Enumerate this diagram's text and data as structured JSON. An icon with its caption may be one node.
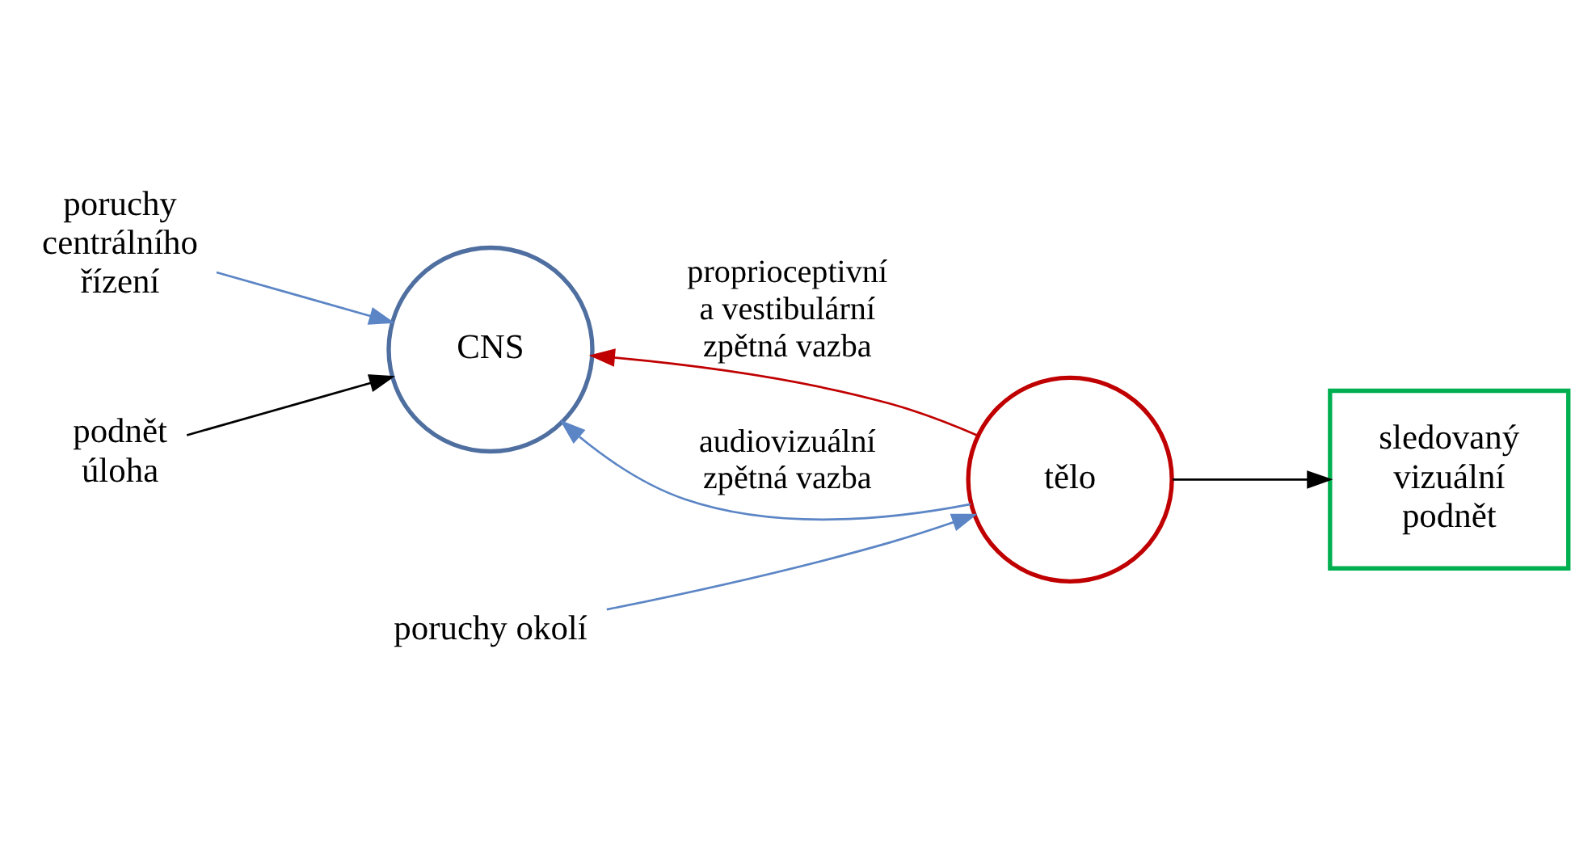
{
  "diagram": {
    "nodes": [
      {
        "text": [
          "poruchy centrálního řízení"
        ]
      },
      {
        "text": [
          "poruchy okolí"
        ]
      },
      {
        "text": [
          "podnět úloha"
        ]
      },
      {
        "text": [
          "CNS"
        ]
      },
      {
        "text": [
          "tělo"
        ]
      },
      {
        "text": [
          "sledovaný vizuální podnět"
        ]
      }
    ],
    "edges": [
      {
        "from": 0,
        "to": 3,
        "arrow": "to"
      },
      {
        "from": 1,
        "to": 4,
        "arrow": "to"
      },
      {
        "from": 2,
        "to": 3,
        "arrow": "to",
        "color": "#000000"
      },
      {
        "from": 4,
        "to": 5,
        "arrow": "to",
        "color": "#000000"
      },
      {
        "from": 4,
        "to": 3,
        "arrow": "to",
        "label": "proprioceptivní a vestibulární zpětná vazba",
        "color": "#c00000"
      },
      {
        "from": 4,
        "to": 3,
        "arrow": "to",
        "label": "audiovizuální zpětná vazba"
      }
    ]
  }
}
